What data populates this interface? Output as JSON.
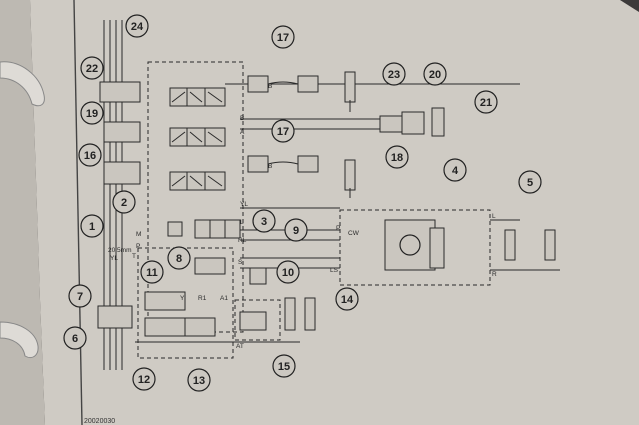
{
  "document": {
    "footer_code": "20020030"
  },
  "callouts": [
    "1",
    "2",
    "3",
    "4",
    "5",
    "6",
    "7",
    "8",
    "9",
    "10",
    "11",
    "12",
    "13",
    "14",
    "15",
    "16",
    "17",
    "17",
    "18",
    "19",
    "20",
    "21",
    "22",
    "23",
    "24"
  ],
  "port_labels": {
    "b1": "B",
    "b2": "B",
    "a2": "A",
    "b3": "B",
    "yl": "YL",
    "l": "L",
    "rl": "RL",
    "m": "M",
    "p": "P",
    "s": "S",
    "y": "Y",
    "r1": "R1",
    "a1": "A1",
    "at": "AT",
    "ls": "LS",
    "cw": "CW",
    "r_motor": "R",
    "l_motor": "L",
    "p_motor": "P",
    "pressure": "20.5mm",
    "t": "T",
    "yl2": "YL"
  },
  "colors": {
    "paper": "#cfcbc4",
    "ink": "#2a2a2a",
    "background": "#3c3a3a",
    "binder_ring": "#d9d6d1"
  }
}
